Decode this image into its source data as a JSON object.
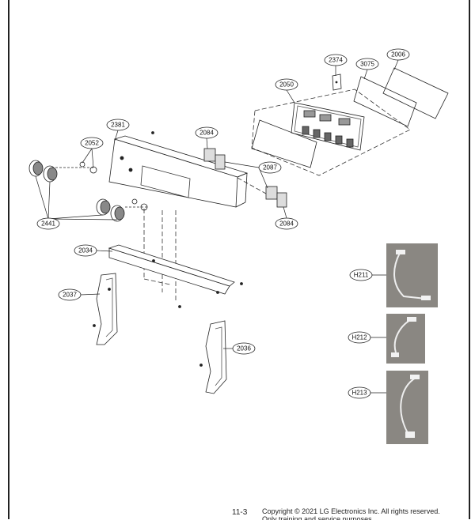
{
  "part_labels": {
    "p2374": "2374",
    "p3075": "3075",
    "p2006": "2006",
    "p2050": "2050",
    "p2381": "2381",
    "p2084a": "2084",
    "p2052": "2052",
    "p2087": "2087",
    "p2441": "2441",
    "p2084b": "2084",
    "p2034": "2034",
    "p2037": "2037",
    "p2036": "2036",
    "h211": "H211",
    "h212": "H212",
    "h213": "H213"
  },
  "footer": {
    "page_number": "11-3",
    "copyright": "Copyright © 2021 LG Electronics Inc. All rights reserved.",
    "notice": "Only training and service purposes."
  },
  "colors": {
    "line": "#222222",
    "photo_bg": "#8a8782"
  }
}
